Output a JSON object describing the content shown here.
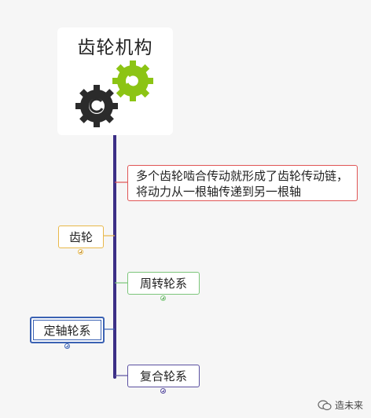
{
  "root": {
    "title": "齿轮机构",
    "icon": "gears-icon"
  },
  "branches": [
    {
      "id": "desc",
      "label": "多个齿轮啮合传动就形成了齿轮传动链，将动力从一根轴传递到另一根轴",
      "color": "#e05555"
    },
    {
      "id": "gear",
      "label": "齿轮",
      "color": "#e8b84a"
    },
    {
      "id": "zhou",
      "label": "周转轮系",
      "color": "#7cc67a"
    },
    {
      "id": "ding",
      "label": "定轴轮系",
      "color": "#3b62b3"
    },
    {
      "id": "fuhe",
      "label": "复合轮系",
      "color": "#5a4fa0"
    }
  ],
  "watermark": {
    "text": "造未来",
    "icon": "wechat-icon"
  },
  "colors": {
    "trunk": "#3c2f86",
    "gear_dark": "#2b2b2b",
    "gear_green": "#8cc414"
  }
}
